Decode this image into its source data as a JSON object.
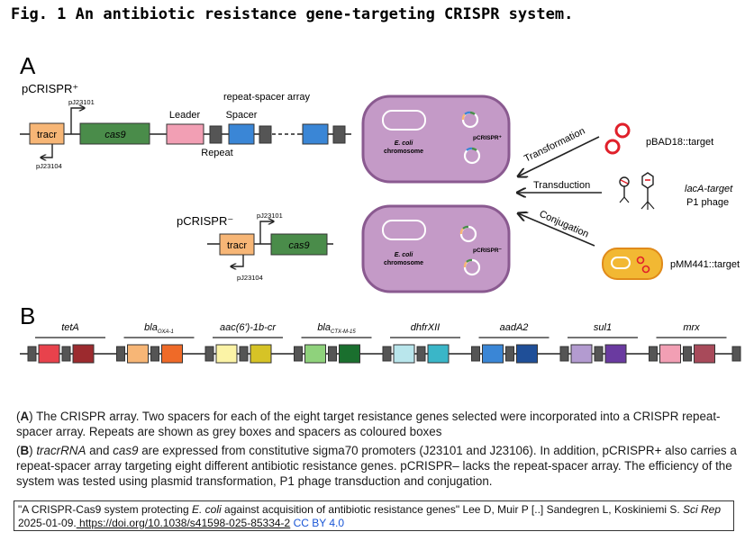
{
  "title": "Fig. 1 An antibiotic resistance gene-targeting CRISPR system.",
  "panel_a": {
    "label": "A",
    "pcrispr_plus": "pCRISPR⁺",
    "pcrispr_minus": "pCRISPR⁻",
    "promoter1": "pJ23101",
    "promoter2": "pJ23104",
    "tracr": "tracr",
    "cas9": "cas9",
    "leader": "Leader",
    "spacer": "Spacer",
    "repeat": "Repeat",
    "array_label": "repeat-spacer array",
    "cell_plus": {
      "chrom1": "E. coli",
      "chrom2": "chromosome",
      "plasmid": "pCRISPR⁺"
    },
    "cell_minus": {
      "chrom1": "E. coli",
      "chrom2": "chromosome",
      "plasmid": "pCRISPR⁻"
    },
    "transformation": "Transformation",
    "transduction": "Transduction",
    "conjugation": "Conjugation",
    "target_plasmid": "pBAD18::target",
    "target_phage_1": "lacA-target",
    "target_phage_2": "P1 phage",
    "target_conj": "pMM441::target"
  },
  "panel_b": {
    "label": "B",
    "genes": [
      {
        "name": "tetA",
        "sub": "",
        "colors": [
          "#e8424c",
          "#9c2a2e"
        ]
      },
      {
        "name": "bla",
        "sub": "OXA-1",
        "colors": [
          "#f7b676",
          "#ef6a28"
        ]
      },
      {
        "name": "aac(6')-1b-cr",
        "sub": "",
        "colors": [
          "#fbf3a6",
          "#d6c326"
        ]
      },
      {
        "name": "bla",
        "sub": "CTX-M-15",
        "colors": [
          "#8fd27c",
          "#1a6f2e"
        ]
      },
      {
        "name": "dhfrXII",
        "sub": "",
        "colors": [
          "#b9e6ec",
          "#3ab6c8"
        ]
      },
      {
        "name": "aadA2",
        "sub": "",
        "colors": [
          "#3a86d6",
          "#1f4f98"
        ]
      },
      {
        "name": "sul1",
        "sub": "",
        "colors": [
          "#b39bd0",
          "#6a3aa0"
        ]
      },
      {
        "name": "mrx",
        "sub": "",
        "colors": [
          "#f29fb4",
          "#a84a5a"
        ]
      }
    ]
  },
  "caption_a": {
    "label": "A",
    "text": " The CRISPR array. Two spacers for each of the eight target resistance genes selected were incorporated into a CRISPR repeat-spacer array. Repeats are shown as grey boxes and spacers as coloured boxes"
  },
  "caption_b": {
    "label": "B",
    "tracr": "tracrRNA",
    "and": " and ",
    "cas9": "cas9",
    "text": " are expressed from constitutive sigma70 promoters (J23101 and J23106). In addition, pCRISPR+ also carries a repeat-spacer array targeting eight different antibiotic resistance genes. pCRISPR– lacks the repeat-spacer array. The efficiency of the system was tested using plasmid transformation, P1 phage transduction and conjugation."
  },
  "citation": {
    "q1": "\"A CRISPR-Cas9 system protecting ",
    "ecoli": "E. coli",
    "q2": " against acquisition of antibiotic resistance genes\" Lee D, Muir P [..] Sandegren L, Koskiniemi S. ",
    "journal": "Sci Rep",
    "date": " 2025-01-09.",
    "doi": " https://doi.org/10.1038/s41598-025-85334-2",
    "license": "CC BY 4.0"
  },
  "colors": {
    "tracr": "#f7b676",
    "cas9": "#4a8c4a",
    "leader": "#f29fb4",
    "spacer": "#3a86d6",
    "repeat": "#555555",
    "cell_fill": "#c49ac7",
    "cell_stroke": "#8a5a90",
    "donor": "#f2b833",
    "red": "#e0202a"
  }
}
